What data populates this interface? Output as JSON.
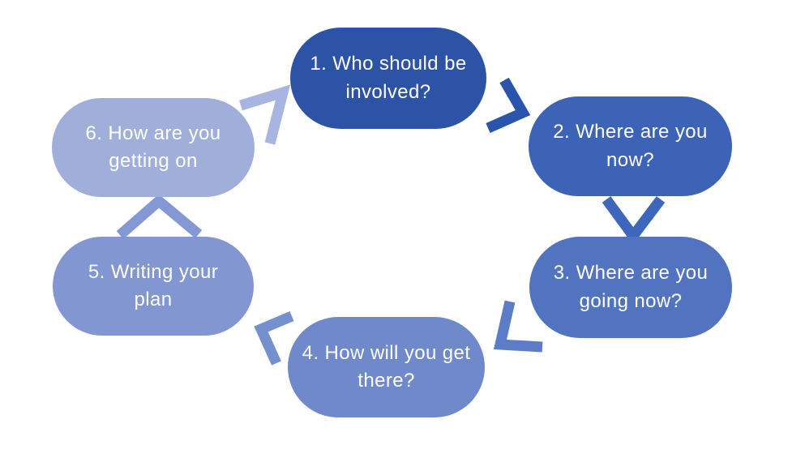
{
  "canvas": {
    "background": "#FFFFFF"
  },
  "diagram_type": "cycle",
  "nodes": [
    {
      "id": "step-1",
      "label": "1. Who should be involved?",
      "lines": [
        "1. Who should be",
        "involved?"
      ],
      "color": "#2D53A7",
      "text_color": "#FFFFFF"
    },
    {
      "id": "step-2",
      "label": "2. Where are you now?",
      "lines": [
        "2. Where are you",
        "now?"
      ],
      "color": "#3D63B6",
      "text_color": "#FFFFFF"
    },
    {
      "id": "step-3",
      "label": "3. Where are you going now?",
      "lines": [
        "3. Where are you",
        "going now?"
      ],
      "color": "#5274C0",
      "text_color": "#FFFFFF"
    },
    {
      "id": "step-4",
      "label": "4. How will you get there?",
      "lines": [
        "4. How will you get",
        "there?"
      ],
      "color": "#6F89CB",
      "text_color": "#FFFFFF"
    },
    {
      "id": "step-5",
      "label": "5. Writing your plan",
      "lines": [
        "5. Writing your",
        "plan"
      ],
      "color": "#8296D2",
      "text_color": "#FFFFFF"
    },
    {
      "id": "step-6",
      "label": "6. How are you getting on",
      "lines": [
        "6. How are you",
        "getting on"
      ],
      "color": "#A0AFDA",
      "text_color": "#FFFFFF"
    }
  ],
  "arrows": [
    {
      "name": "arrow-1-2",
      "from": "step-1",
      "to": "step-2",
      "color": "#2B55AD"
    },
    {
      "name": "arrow-2-3",
      "from": "step-2",
      "to": "step-3",
      "color": "#3E66BC"
    },
    {
      "name": "arrow-3-4",
      "from": "step-3",
      "to": "step-4",
      "color": "#5C7CC8"
    },
    {
      "name": "arrow-4-5",
      "from": "step-4",
      "to": "step-5",
      "color": "#7590CE"
    },
    {
      "name": "arrow-5-6",
      "from": "step-5",
      "to": "step-6",
      "color": "#8498D5"
    },
    {
      "name": "arrow-6-1",
      "from": "step-6",
      "to": "step-1",
      "color": "#A7B5E0"
    }
  ]
}
